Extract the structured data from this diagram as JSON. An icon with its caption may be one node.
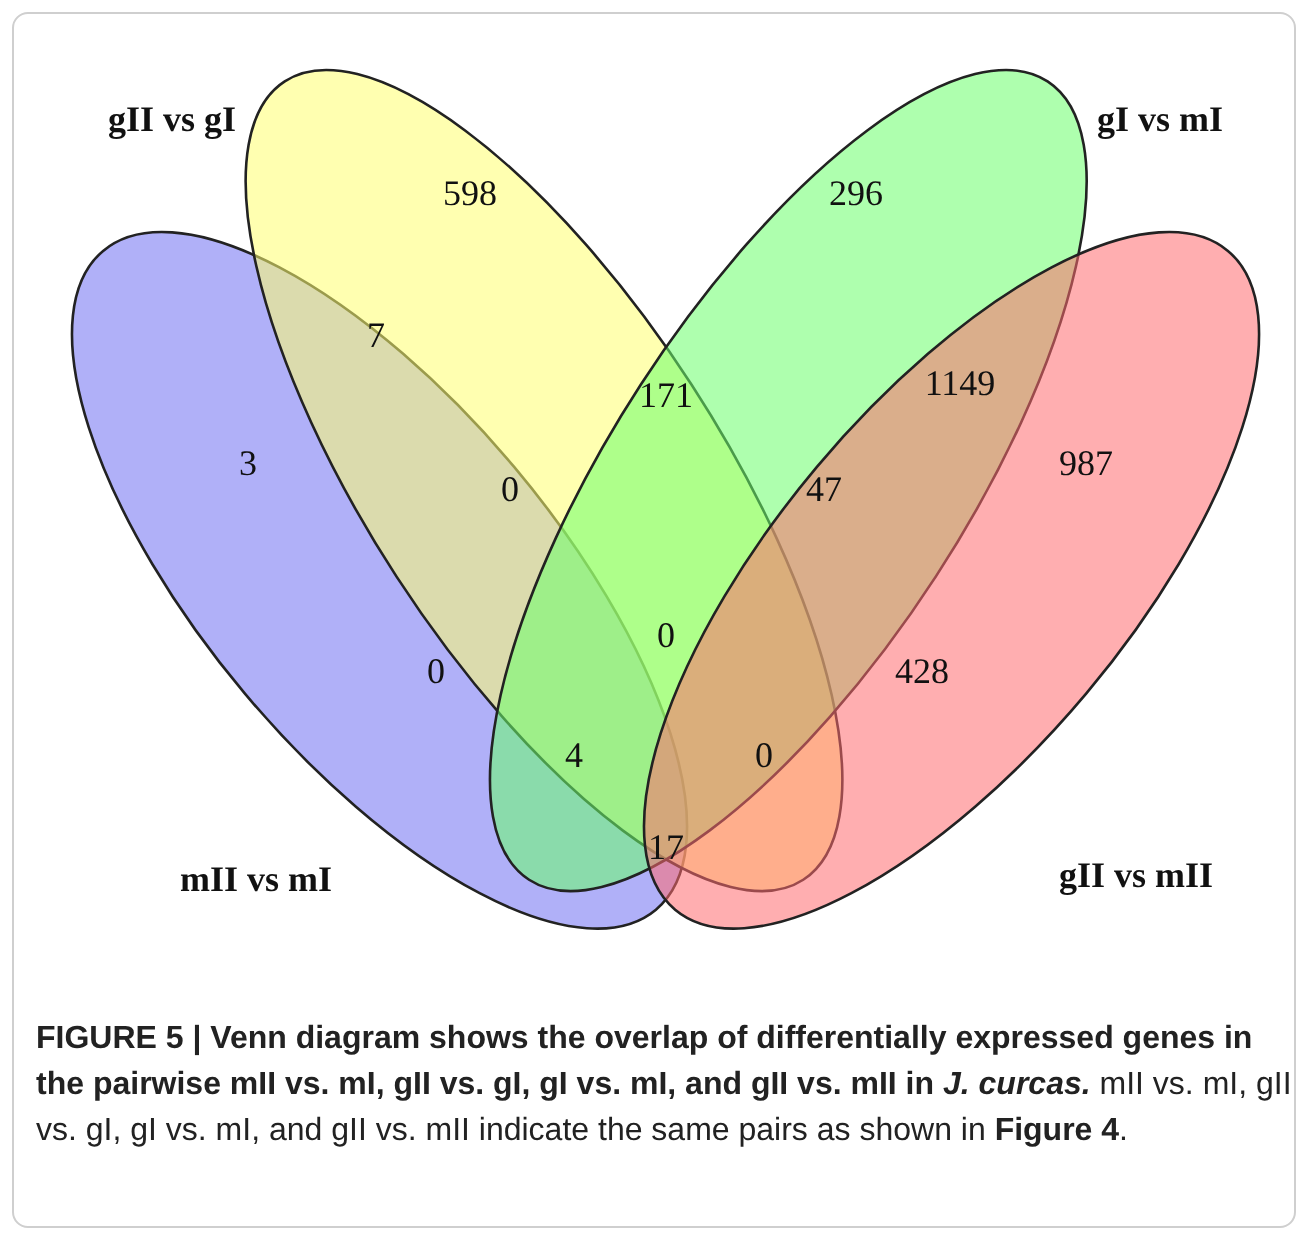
{
  "diagram": {
    "caption": "**FIGURE 5 | Venn diagram shows the overlap of differentially expressed genes in the pairwise mII vs. mI, gII vs. gI, gI vs. mI, and gII vs. mII in** *J. curcas.* mII vs. mI, gII vs. gI, gI vs. mI, and gII vs. mII indicate the same pairs as shown in **Figure 4**.",
    "nodes": [
      {
        "text": [
          "mII vs mI"
        ]
      },
      {
        "text": [
          "gII vs gI"
        ]
      },
      {
        "text": [
          "gI vs mI"
        ]
      },
      {
        "text": [
          "gII vs mII"
        ]
      }
    ],
    "labels": [
      "598",
      "296",
      "7",
      "171",
      "1149",
      "3",
      "0",
      "47",
      "987",
      "0",
      "0",
      "428",
      "4",
      "0",
      "17"
    ]
  }
}
